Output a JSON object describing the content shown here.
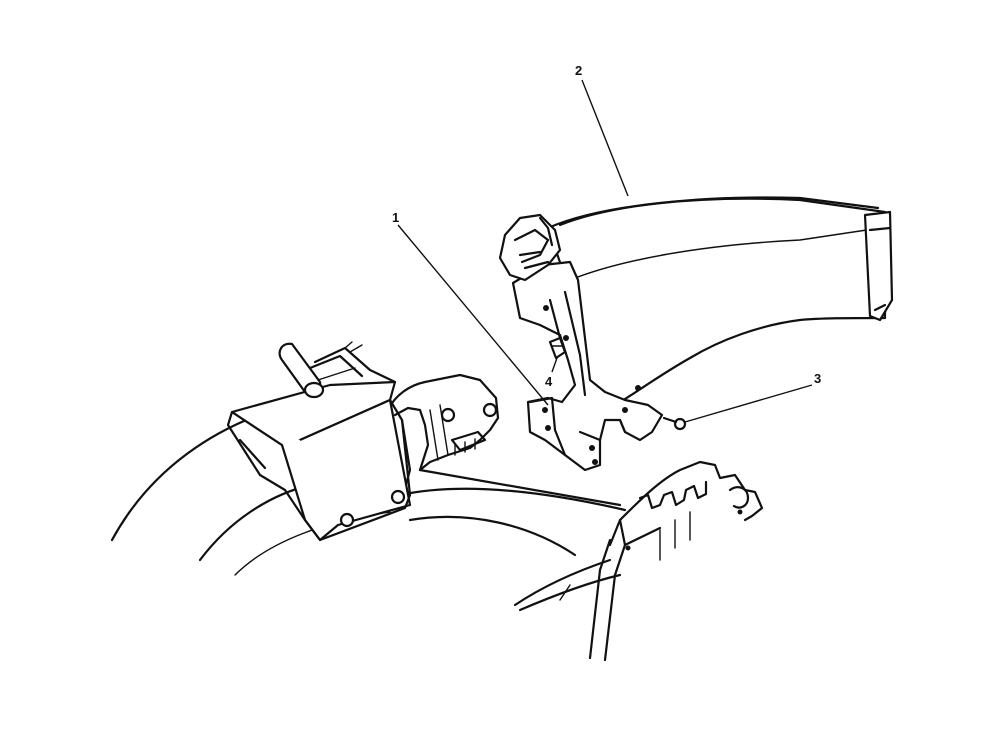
{
  "callouts": [
    {
      "id": "callout-1",
      "label": "1"
    },
    {
      "id": "callout-2",
      "label": "2"
    },
    {
      "id": "callout-3",
      "label": "3"
    },
    {
      "id": "callout-4",
      "label": "4"
    }
  ],
  "colors": {
    "ink": "#111111",
    "background": "#ffffff"
  }
}
